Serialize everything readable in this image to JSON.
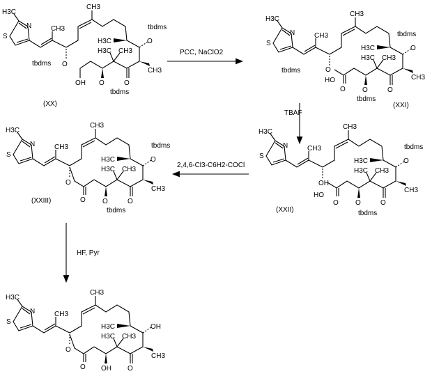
{
  "compounds": {
    "xx": {
      "label": "(XX)",
      "me": "CH3",
      "h3c": "H3C",
      "s": "S",
      "n": "N",
      "o1": "O",
      "tbdms1": "tbdms",
      "o2": "O",
      "tbdms2": "tbdms",
      "o3": "O",
      "tbdms3": "tbdms",
      "keto": "O",
      "end": "OH"
    },
    "xxi": {
      "label": "(XXI)",
      "me": "CH3",
      "h3c": "H3C",
      "s": "S",
      "n": "N",
      "o1": "O",
      "tbdms1": "tbdms",
      "o2": "O",
      "tbdms2": "tbdms",
      "o3": "O",
      "tbdms3": "tbdms",
      "keto": "O",
      "end": "HO",
      "acid_o": "O"
    },
    "xxii": {
      "label": "(XXII)",
      "me": "CH3",
      "h3c": "H3C",
      "s": "S",
      "n": "N",
      "o1": "OH",
      "o2": "O",
      "tbdms2": "tbdms",
      "o3": "O",
      "tbdms3": "tbdms",
      "keto": "O",
      "end": "HO",
      "acid_o": "O"
    },
    "xxiii": {
      "label": "(XXIII)",
      "me": "CH3",
      "h3c": "H3C",
      "s": "S",
      "n": "N",
      "o1": "O",
      "o2": "O",
      "tbdms2": "tbdms",
      "o3": "O",
      "tbdms3": "tbdms",
      "keto": "O",
      "lactone_o": "O"
    },
    "final": {
      "me": "CH3",
      "h3c": "H3C",
      "s": "S",
      "n": "N",
      "o1": "O",
      "o2": "OH",
      "o3": "OH",
      "keto": "O",
      "lactone_o": "O"
    }
  },
  "reagents": {
    "step1": "PCC, NaClO2",
    "step2": "TBAF",
    "step3": "2,4,6-Cl3-C6H2-COCl",
    "step4": "HF, Pyr"
  }
}
